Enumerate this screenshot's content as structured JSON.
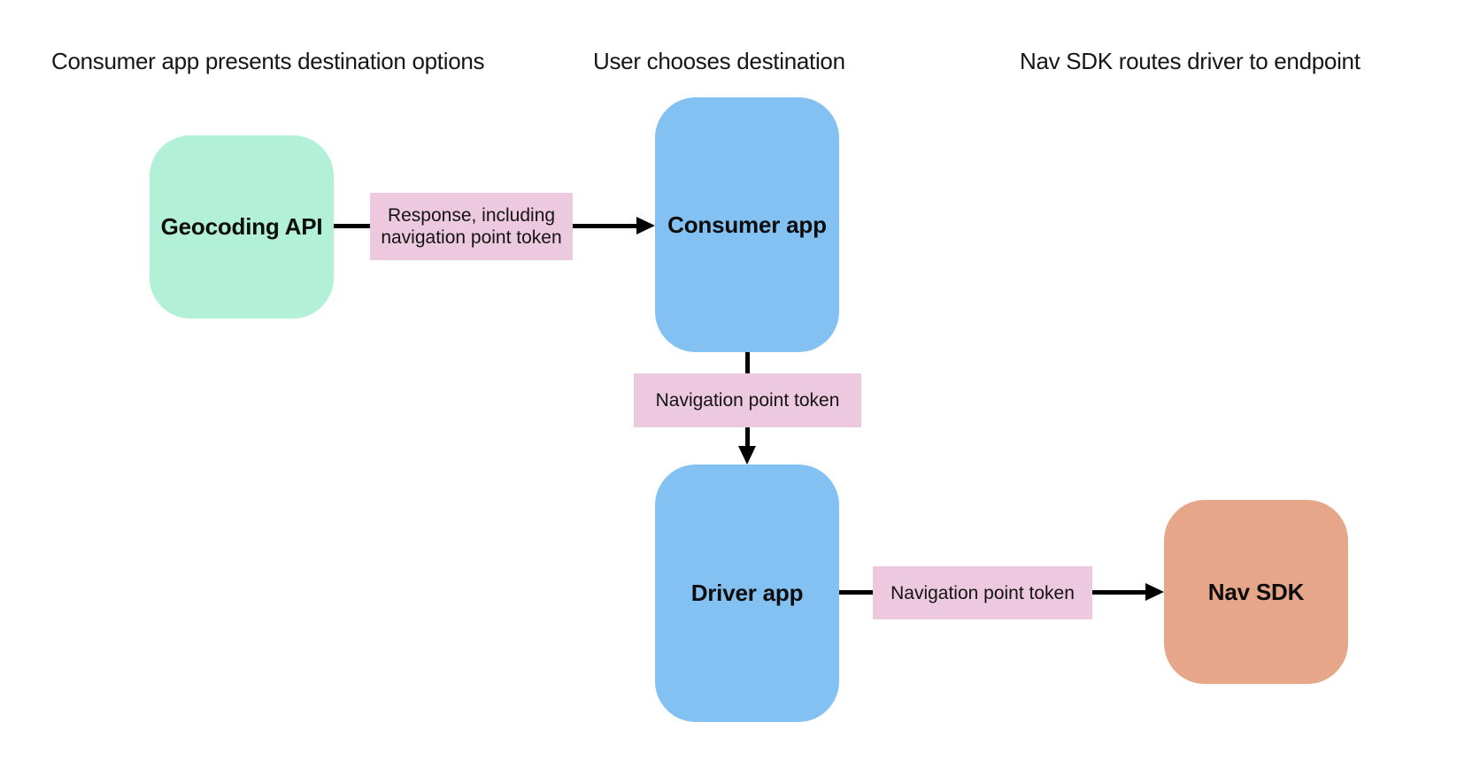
{
  "diagram": {
    "stage_headings": [
      "Consumer app presents destination options",
      "User chooses destination",
      "Nav SDK routes driver to endpoint"
    ],
    "nodes": [
      {
        "id": "geocoding-api",
        "label": "Geocoding API",
        "fill": "#b2f0d8"
      },
      {
        "id": "consumer-app",
        "label": "Consumer app",
        "fill": "#82c1f2"
      },
      {
        "id": "driver-app",
        "label": "Driver app",
        "fill": "#82c1f2"
      },
      {
        "id": "nav-sdk",
        "label": "Nav SDK",
        "fill": "#e6a689"
      }
    ],
    "edges": [
      {
        "from": "Geocoding API",
        "to": "Consumer app",
        "label": "Response, including navigation point token",
        "label_fill": "#ecc9de",
        "direction": "right"
      },
      {
        "from": "Consumer app",
        "to": "Driver app",
        "label": "Navigation point token",
        "label_fill": "#ecc9de",
        "direction": "down"
      },
      {
        "from": "Driver app",
        "to": "Nav SDK",
        "label": "Navigation point token",
        "label_fill": "#ecc9de",
        "direction": "right"
      }
    ],
    "colors": {
      "background": "#ffffff",
      "arrow": "#000000",
      "heading_text": "#161616",
      "node_text": "#0d0d0d"
    }
  }
}
